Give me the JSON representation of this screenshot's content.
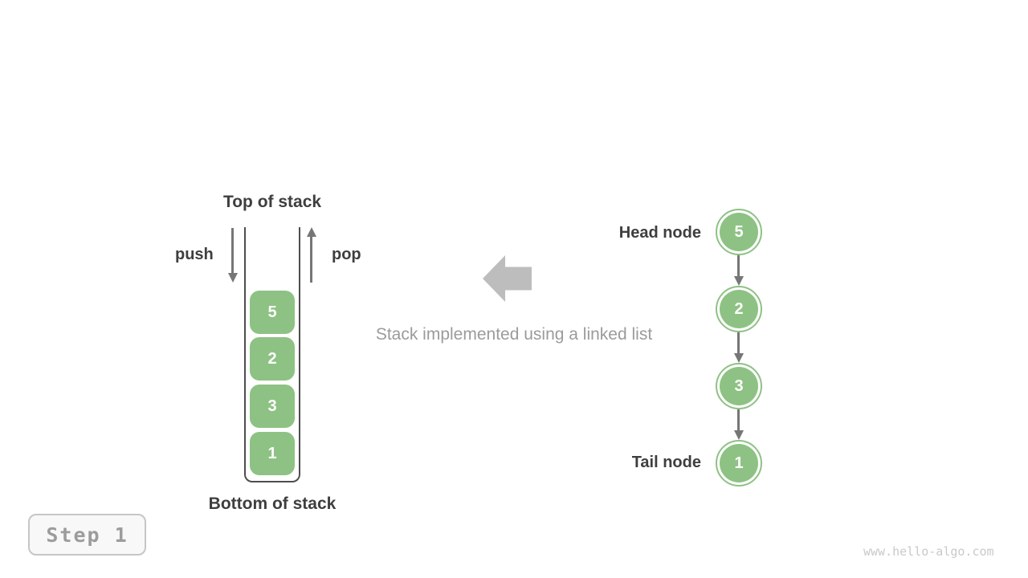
{
  "stack_diagram": {
    "top_label": "Top of stack",
    "bottom_label": "Bottom of stack",
    "push_label": "push",
    "pop_label": "pop",
    "items": [
      "5",
      "2",
      "3",
      "1"
    ]
  },
  "transition": {
    "caption": "Stack implemented using a linked list",
    "arrow_icon": "left-arrow"
  },
  "linked_list": {
    "head_label": "Head node",
    "tail_label": "Tail node",
    "nodes": [
      "5",
      "2",
      "3",
      "1"
    ]
  },
  "step_badge": {
    "label": "Step 1"
  },
  "watermark": "www.hello-algo.com",
  "colors": {
    "node_green": "#8ec284",
    "dark_text": "#3e3e3e",
    "arrow_gray": "#767676",
    "big_arrow_gray": "#bdbdbd",
    "caption_gray": "#9b9b9b"
  }
}
